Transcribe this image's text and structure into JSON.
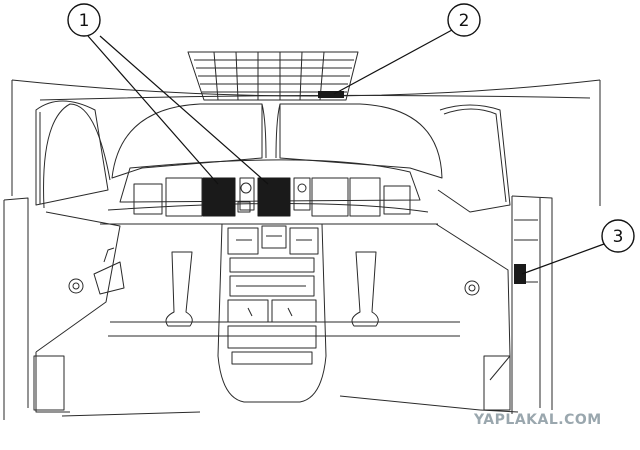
{
  "diagram": {
    "subject": "aircraft cockpit interior line drawing",
    "callouts": [
      {
        "label": "1"
      },
      {
        "label": "2"
      },
      {
        "label": "3"
      }
    ],
    "highlight_color": "#1a1a1a",
    "line_color": "#2a2a2a"
  },
  "watermark": {
    "text": "YAPLAKAL.COM",
    "color": "#9aa7ae"
  }
}
